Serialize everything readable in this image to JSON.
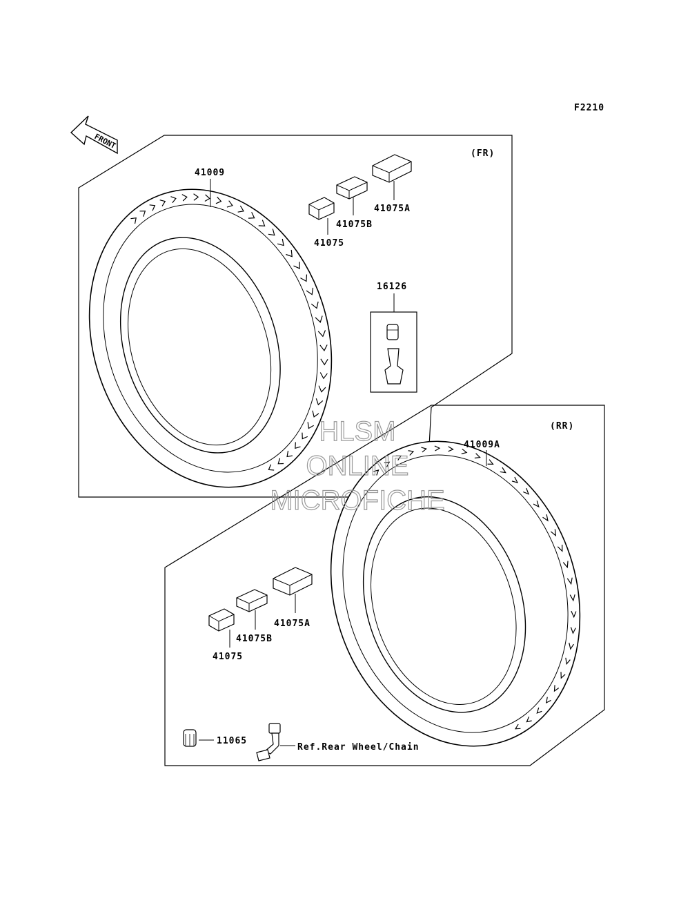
{
  "figure_code": "F2210",
  "front_arrow_label": "FRONT",
  "front_group": {
    "tag": "(FR)",
    "tire_part": "41009",
    "parts": {
      "weight": "41075",
      "weight_b": "41075B",
      "weight_a": "41075A",
      "valve": "16126"
    }
  },
  "rear_group": {
    "tag": "(RR)",
    "tire_part": "41009A",
    "parts": {
      "weight": "41075",
      "weight_b": "41075B",
      "weight_a": "41075A",
      "cap": "11065",
      "ref": "Ref.Rear Wheel/Chain"
    }
  },
  "watermark": {
    "line1": "HLSM",
    "line2": "ONLINE",
    "line3": "MICROFICHE"
  }
}
